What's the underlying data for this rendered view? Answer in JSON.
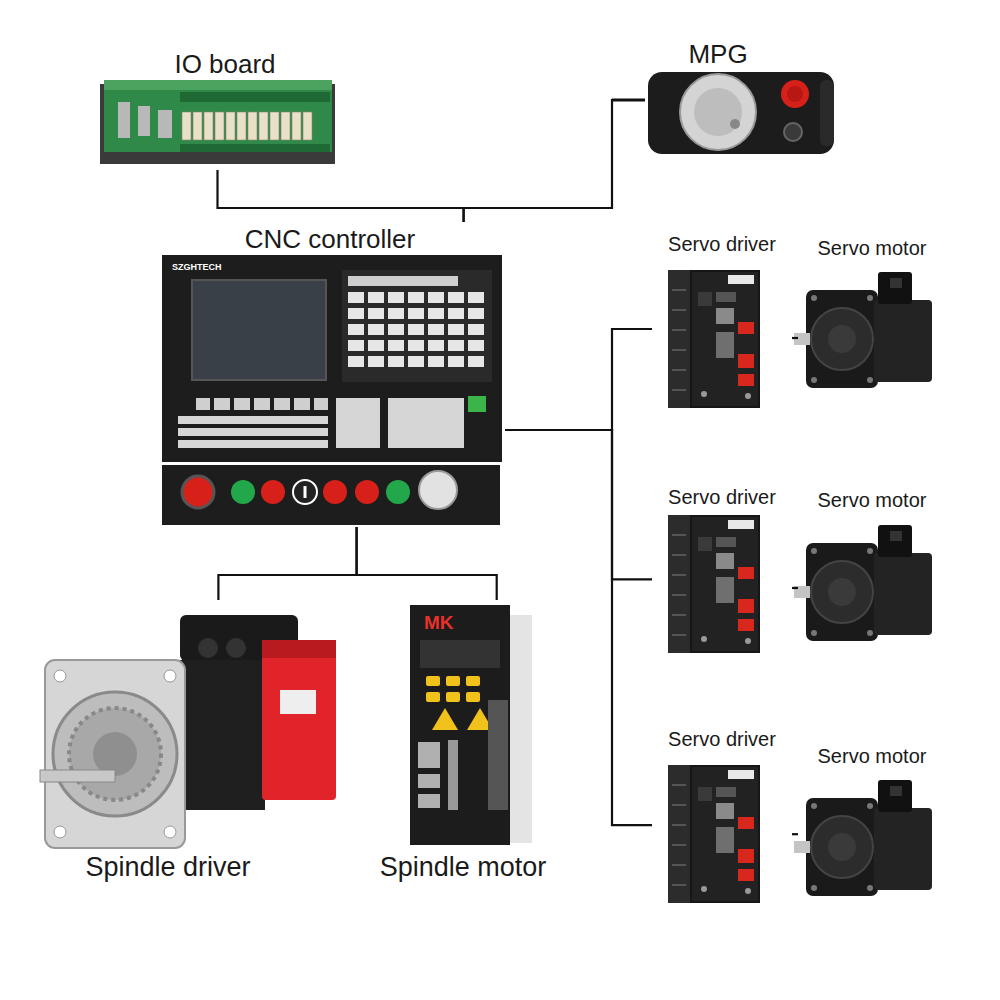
{
  "diagram": {
    "nodes": [
      {
        "text": [
          "IO board"
        ]
      },
      {
        "text": [
          "MPG"
        ]
      },
      {
        "text": [
          "CNC controller"
        ]
      },
      {
        "text": [
          "Servo driver"
        ]
      },
      {
        "text": [
          "Servo motor"
        ]
      },
      {
        "text": [
          "Servo driver"
        ]
      },
      {
        "text": [
          "Servo motor"
        ]
      },
      {
        "text": [
          "Servo driver"
        ]
      },
      {
        "text": [
          "Servo motor"
        ]
      },
      {
        "text": [
          "Spindle driver"
        ]
      },
      {
        "text": [
          "Spindle motor"
        ]
      }
    ],
    "edges": [
      {
        "from": 0,
        "to": 2,
        "arrow": "none"
      },
      {
        "from": 1,
        "to": 2,
        "arrow": "none"
      },
      {
        "from": 2,
        "to": 3,
        "arrow": "none"
      },
      {
        "from": 2,
        "to": 5,
        "arrow": "none"
      },
      {
        "from": 2,
        "to": 7,
        "arrow": "none"
      },
      {
        "from": 3,
        "to": 4,
        "arrow": "none"
      },
      {
        "from": 5,
        "to": 6,
        "arrow": "none"
      },
      {
        "from": 7,
        "to": 8,
        "arrow": "none"
      },
      {
        "from": 2,
        "to": 9,
        "arrow": "none"
      },
      {
        "from": 2,
        "to": 10,
        "arrow": "none"
      }
    ],
    "labels": [
      "SZGHTECH",
      "MK"
    ]
  }
}
